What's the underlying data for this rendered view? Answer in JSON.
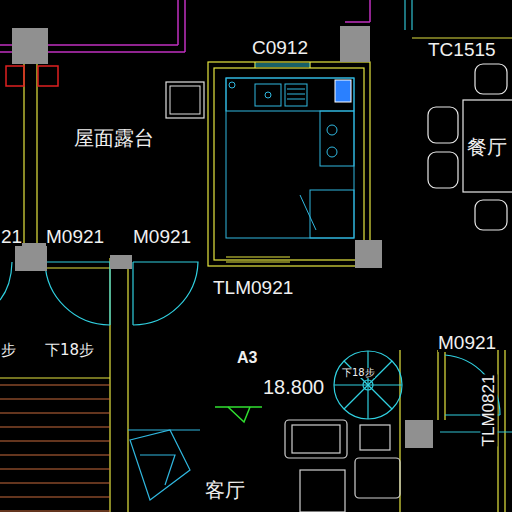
{
  "diagram": {
    "labels": [
      "C0912",
      "TC1515",
      "屋面露台",
      "餐厅",
      "21",
      "M0921",
      "M0921",
      "TLM0921",
      "步",
      "下18步",
      "A3",
      "18.800",
      "下18步",
      "M0921",
      "TLM0821",
      "客厅"
    ]
  }
}
